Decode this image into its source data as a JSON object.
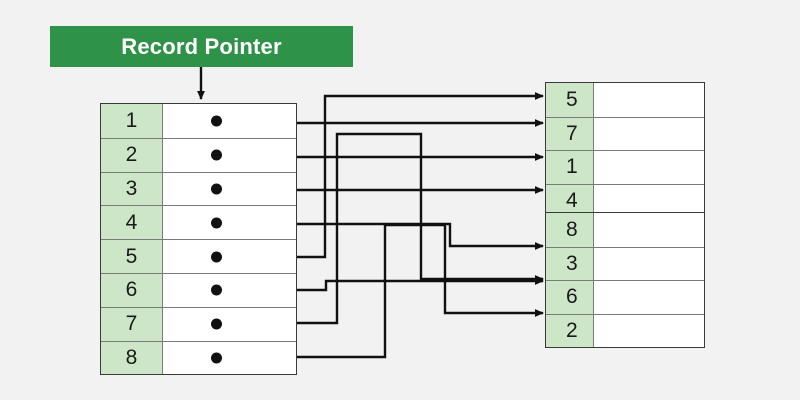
{
  "banner": {
    "label": "Record Pointer"
  },
  "colors": {
    "banner_bg": "#2e9349",
    "banner_text": "#ffffff",
    "key_cell_bg": "#cde6c8",
    "value_cell_bg": "#ffffff",
    "table_border": "#3a3a3a",
    "row_divider": "#7a7a7a",
    "connector": "#111111",
    "page_bg": "#f2f2f2"
  },
  "left_table": {
    "name": "record-pointer-table",
    "rows": [
      {
        "key": "1",
        "pointer": "dot"
      },
      {
        "key": "2",
        "pointer": "dot"
      },
      {
        "key": "3",
        "pointer": "dot"
      },
      {
        "key": "4",
        "pointer": "dot"
      },
      {
        "key": "5",
        "pointer": "dot"
      },
      {
        "key": "6",
        "pointer": "dot"
      },
      {
        "key": "7",
        "pointer": "dot"
      },
      {
        "key": "8",
        "pointer": "dot"
      }
    ]
  },
  "right_table_top": {
    "name": "data-block-upper",
    "rows": [
      {
        "key": "5",
        "value": ""
      },
      {
        "key": "7",
        "value": ""
      },
      {
        "key": "1",
        "value": ""
      },
      {
        "key": "4",
        "value": ""
      }
    ]
  },
  "right_table_bottom": {
    "name": "data-block-lower",
    "rows": [
      {
        "key": "8",
        "value": ""
      },
      {
        "key": "3",
        "value": ""
      },
      {
        "key": "6",
        "value": ""
      },
      {
        "key": "2",
        "value": ""
      }
    ]
  },
  "connections": [
    {
      "from_row": "1",
      "to_block": "upper",
      "to_key": "7"
    },
    {
      "from_row": "2",
      "to_block": "upper",
      "to_key": "1"
    },
    {
      "from_row": "3",
      "to_block": "upper",
      "to_key": "4"
    },
    {
      "from_row": "4",
      "to_block": "lower",
      "to_key": "8"
    },
    {
      "from_row": "5",
      "to_block": "upper",
      "to_key": "5"
    },
    {
      "from_row": "6",
      "to_block": "lower",
      "to_key": "6"
    },
    {
      "from_row": "7",
      "to_block": "lower",
      "to_key": "3"
    },
    {
      "from_row": "8",
      "to_block": "lower",
      "to_key": "2"
    }
  ],
  "banner_arrow": {
    "name": "banner-down-arrow"
  }
}
